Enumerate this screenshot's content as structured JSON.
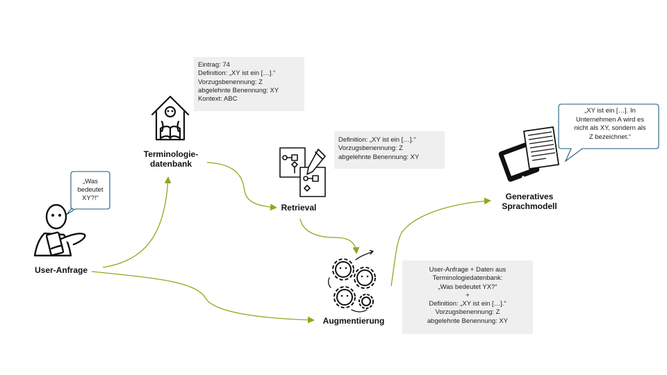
{
  "nodes": {
    "user": "User-Anfrage",
    "termdb_line1": "Terminologie-",
    "termdb_line2": "datenbank",
    "retrieval": "Retrieval",
    "augmentierung": "Augmentierung",
    "llm_line1": "Generatives",
    "llm_line2": "Sprachmodell"
  },
  "bubbles": {
    "user": [
      "„Was",
      "bedeutet",
      "XY?!“"
    ],
    "llm": [
      "„XY ist ein […]. In",
      "Unternehmen A wird es",
      "nicht als XY, sondern als",
      "Z bezeichnet.“"
    ]
  },
  "boxes": {
    "termdb": [
      "Eintrag: 74",
      "Definition: „XY ist ein […].“",
      "Vorzugsbenennung: Z",
      "abgelehnte Benennung: XY",
      "Kontext: ABC"
    ],
    "retrieval": [
      "Definition: „XY ist ein […].“",
      "Vorzugsbenennung: Z",
      "abgelehnte Benennung: XY"
    ],
    "augment": [
      "User-Anfrage + Daten aus",
      "Terminologiedatenbank:",
      "„Was bedeutet YX?“",
      "+",
      "Definition: „XY ist ein […].“",
      "Vorzugsbenennung: Z",
      "abgelehnte Benennung: XY"
    ]
  },
  "colors": {
    "arrow": "#8fa81e",
    "box": "#efefef",
    "bubble_border": "#1f5a78"
  },
  "icons": [
    "person-with-tablet-icon",
    "house-with-book-icon",
    "process-documents-icon",
    "gears-icon",
    "tablet-with-document-icon"
  ]
}
